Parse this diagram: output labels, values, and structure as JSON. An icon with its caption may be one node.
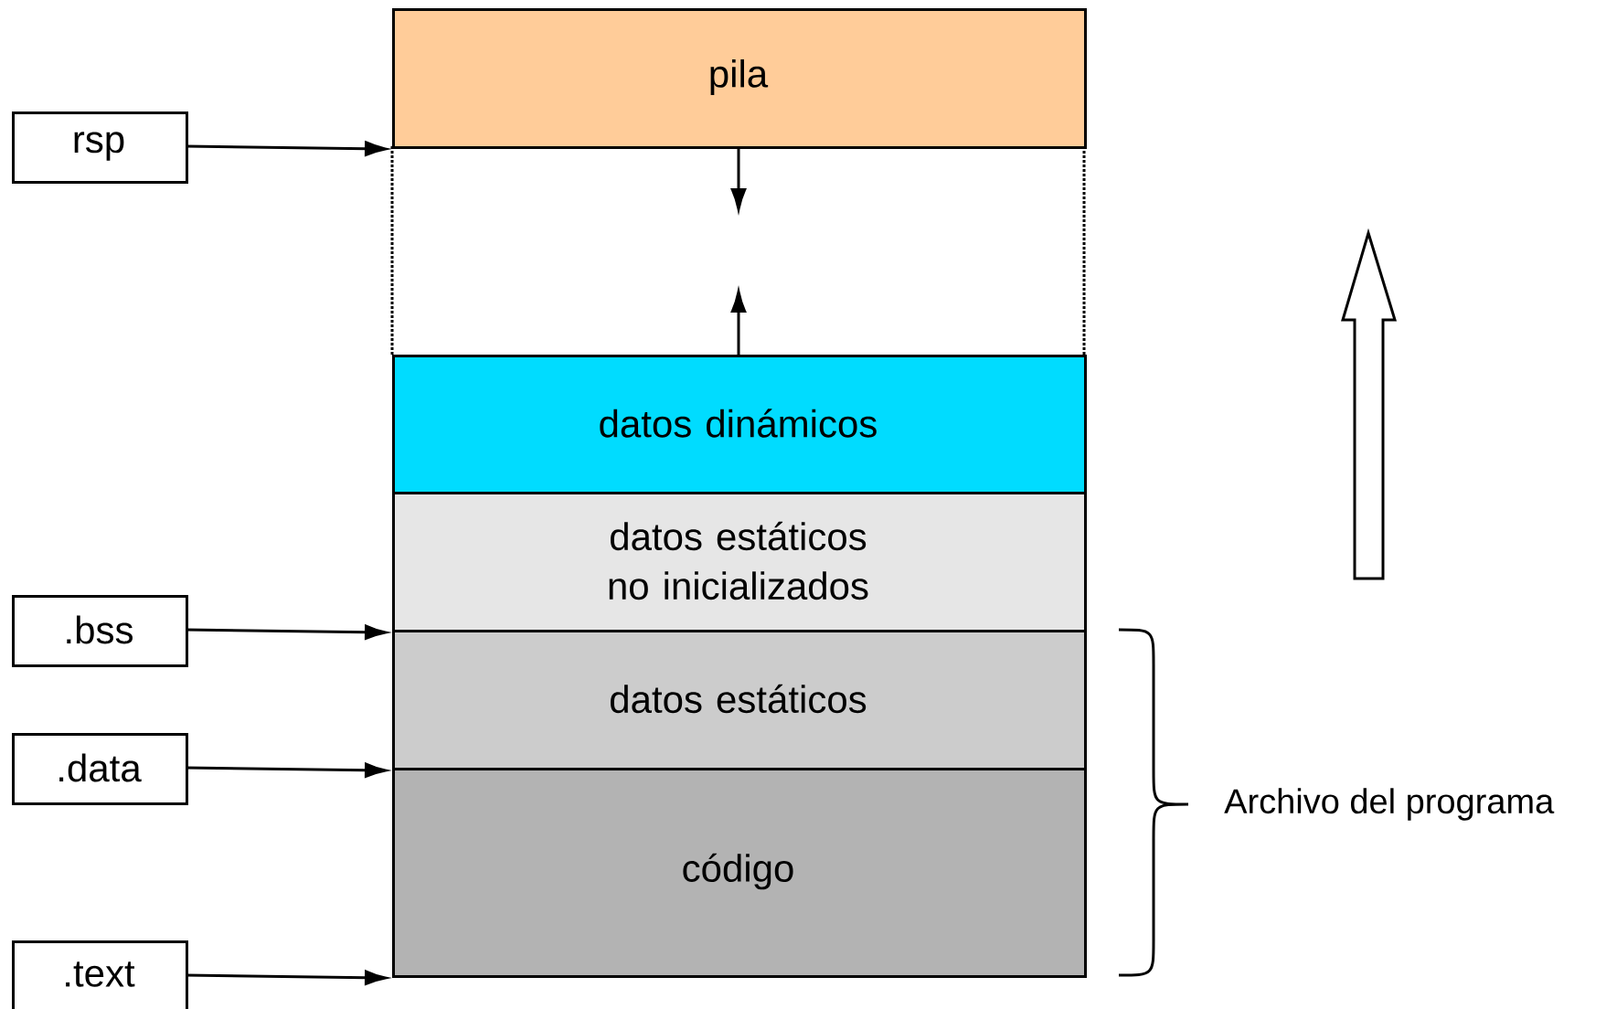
{
  "diagram": {
    "nodes": [
      {
        "text": [
          "rsp"
        ]
      },
      {
        "text": [
          ".bss"
        ]
      },
      {
        "text": [
          ".data"
        ]
      },
      {
        "text": [
          ".text"
        ]
      },
      {
        "text": [
          "pila"
        ]
      },
      {
        "text": [
          "datos dinámicos"
        ]
      },
      {
        "text": [
          "datos estáticos no inicializados"
        ]
      },
      {
        "text": [
          "datos estáticos"
        ]
      },
      {
        "text": [
          "código"
        ]
      }
    ],
    "edges": [
      {
        "from": 0,
        "to": 4,
        "arrow": "to"
      },
      {
        "from": 1,
        "to": 6,
        "arrow": "to"
      },
      {
        "from": 2,
        "to": 7,
        "arrow": "to"
      },
      {
        "from": 3,
        "to": 8,
        "arrow": "to"
      },
      {
        "from": 4,
        "to": null,
        "arrow": "to"
      },
      {
        "from": 5,
        "to": null,
        "arrow": "to"
      }
    ],
    "labels": [
      "Archivo del programa"
    ]
  }
}
